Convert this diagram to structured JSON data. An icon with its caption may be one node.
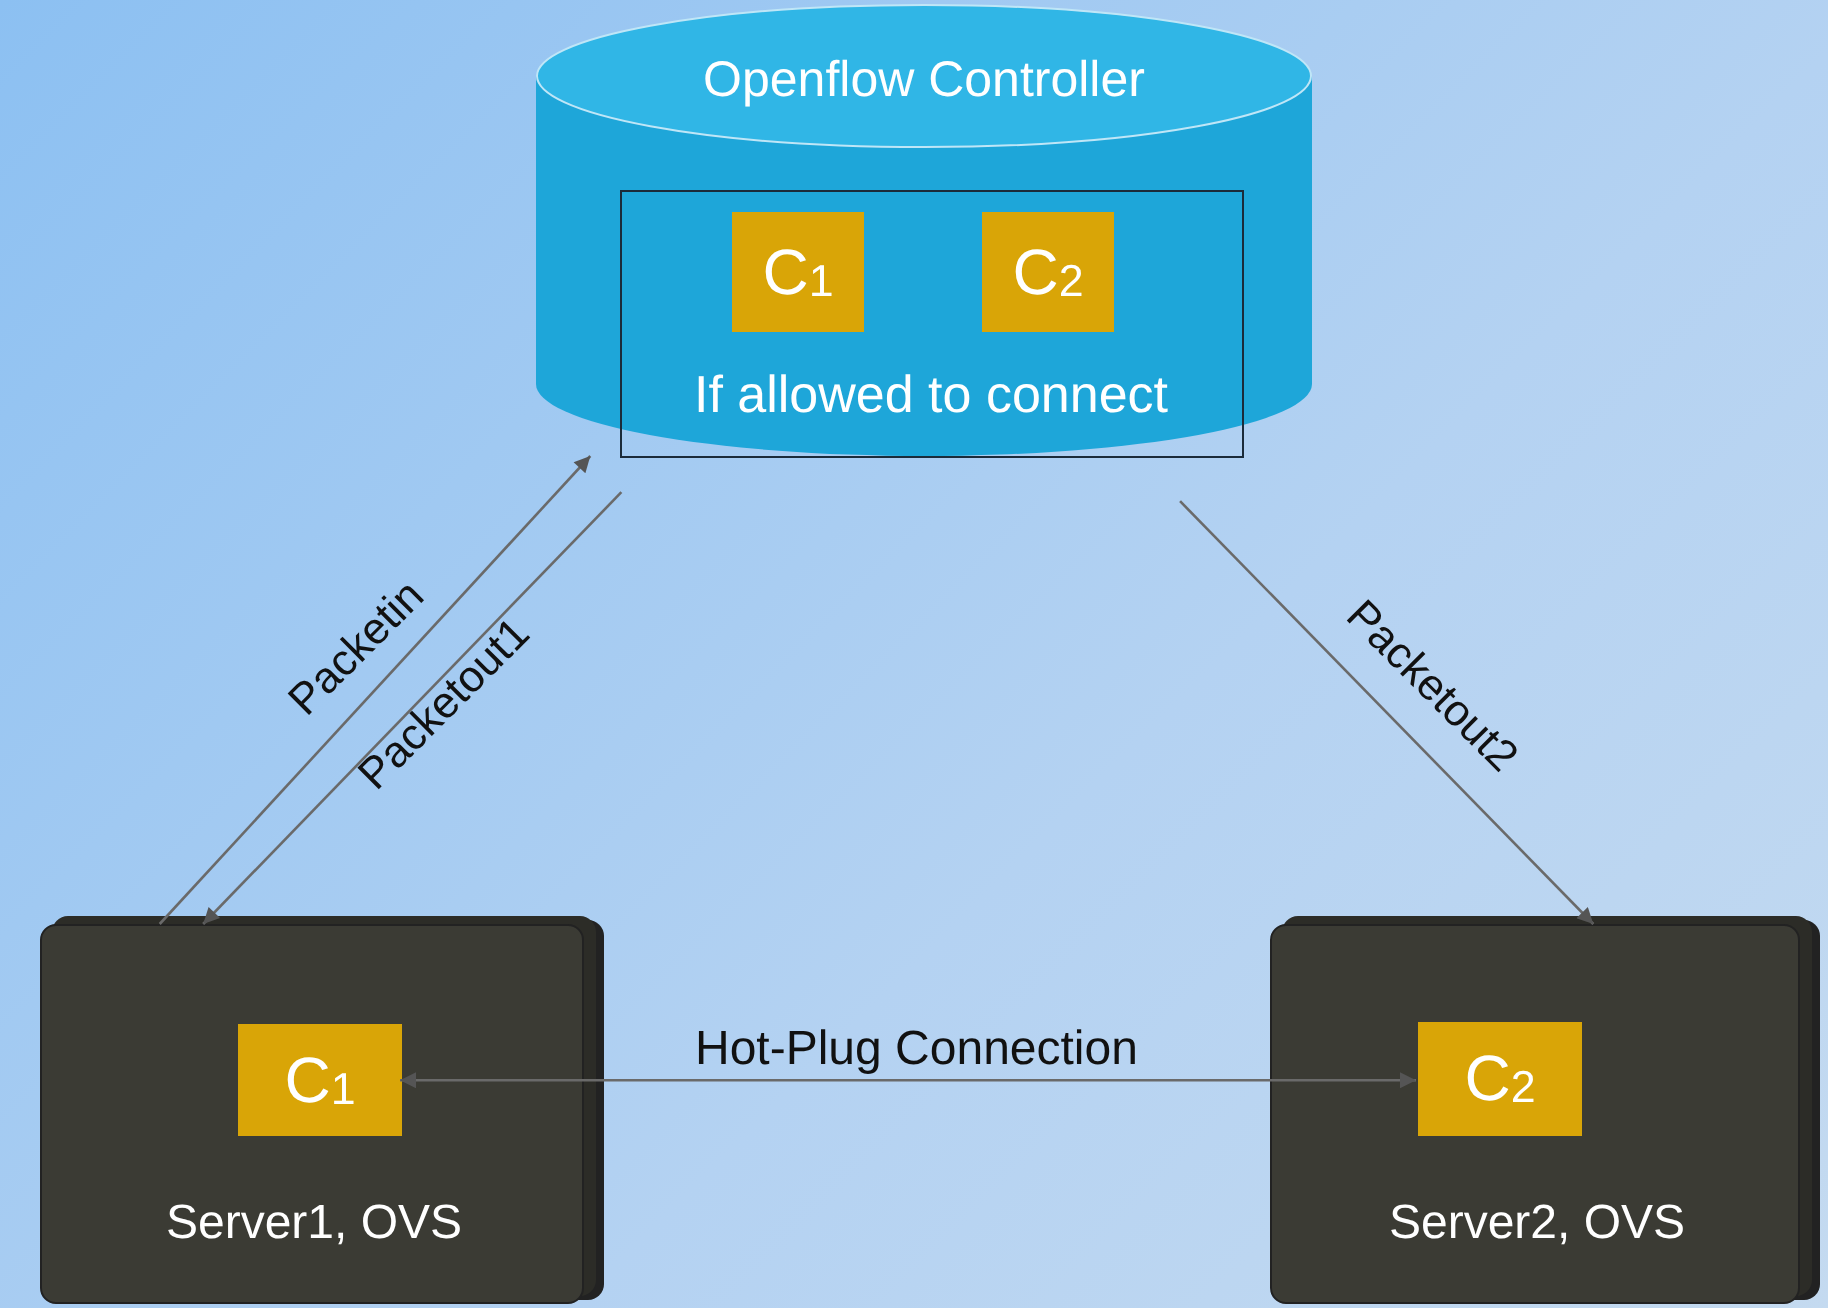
{
  "diagram": {
    "nodes": [
      {
        "text": [
          "Openflow Controller"
        ]
      },
      {
        "text": [
          "If allowed to connect"
        ],
        "in": 0
      },
      {
        "text": [
          "C$_{1}$"
        ],
        "in": 1
      },
      {
        "text": [
          "C$_{2}$"
        ],
        "in": 1
      },
      {
        "text": [
          "Server1, OVS"
        ]
      },
      {
        "text": [
          "C$_{1}$"
        ],
        "in": 4
      },
      {
        "text": [
          "Server2, OVS"
        ]
      },
      {
        "text": [
          "C$_{2}$"
        ],
        "in": 6
      }
    ],
    "edges": [
      {
        "from": 4,
        "to": 0,
        "arrow": "to",
        "label": "Packetin"
      },
      {
        "from": 0,
        "to": 4,
        "arrow": "to",
        "label": "Packetout1"
      },
      {
        "from": 0,
        "to": 6,
        "arrow": "to",
        "label": "Packetout2"
      },
      {
        "from": 5,
        "to": 7,
        "arrow": "both",
        "label": "Hot-Plug Connection"
      }
    ]
  }
}
